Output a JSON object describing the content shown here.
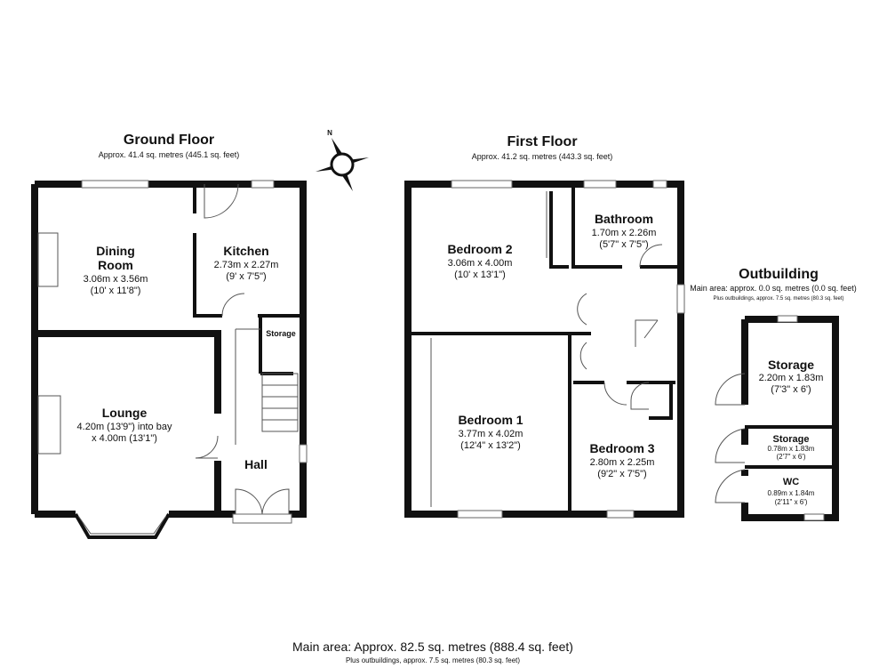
{
  "ground_floor": {
    "title": "Ground Floor",
    "area": "Approx. 41.4 sq. metres (445.1 sq. feet)",
    "rooms": [
      {
        "name_lines": [
          "Dining",
          "Room"
        ],
        "dims": [
          "3.06m x 3.56m",
          "(10' x 11'8\")"
        ]
      },
      {
        "name_lines": [
          "Kitchen"
        ],
        "dims": [
          "2.73m x 2.27m",
          "(9' x 7'5\")"
        ]
      },
      {
        "name_lines": [
          "Lounge"
        ],
        "dims": [
          "4.20m (13'9\") into bay",
          "x 4.00m (13'1\")"
        ]
      },
      {
        "name_lines": [
          "Hall"
        ],
        "dims": []
      },
      {
        "name_lines": [
          "Storage"
        ],
        "dims": []
      }
    ]
  },
  "first_floor": {
    "title": "First Floor",
    "area": "Approx. 41.2 sq. metres (443.3 sq. feet)",
    "rooms": [
      {
        "name_lines": [
          "Bedroom 2"
        ],
        "dims": [
          "3.06m x 4.00m",
          "(10' x 13'1\")"
        ]
      },
      {
        "name_lines": [
          "Bathroom"
        ],
        "dims": [
          "1.70m x 2.26m",
          "(5'7\" x 7'5\")"
        ]
      },
      {
        "name_lines": [
          "Bedroom 1"
        ],
        "dims": [
          "3.77m x 4.02m",
          "(12'4\" x 13'2\")"
        ]
      },
      {
        "name_lines": [
          "Bedroom 3"
        ],
        "dims": [
          "2.80m x 2.25m",
          "(9'2\" x 7'5\")"
        ]
      }
    ]
  },
  "outbuilding": {
    "title": "Outbuilding",
    "area": "Main area: approx. 0.0 sq. metres (0.0 sq. feet)",
    "sub_area": "Plus outbuildings, approx. 7.5 sq. metres (80.3 sq. feet)",
    "rooms": [
      {
        "name_lines": [
          "Storage"
        ],
        "dims": [
          "2.20m x 1.83m",
          "(7'3\" x 6')"
        ]
      },
      {
        "name_lines": [
          "Storage"
        ],
        "dims": [
          "0.78m x 1.83m",
          "(2'7\" x 6')"
        ]
      },
      {
        "name_lines": [
          "WC"
        ],
        "dims": [
          "0.89m x 1.84m",
          "(2'11\" x 6')"
        ]
      }
    ]
  },
  "compass": {
    "label": "N",
    "icon": "compass-rose-icon"
  },
  "footer": {
    "main_area": "Main area: Approx. 82.5 sq. metres (888.4 sq. feet)",
    "outbuildings": "Plus outbuildings, approx. 7.5 sq. metres (80.3 sq. feet)"
  }
}
